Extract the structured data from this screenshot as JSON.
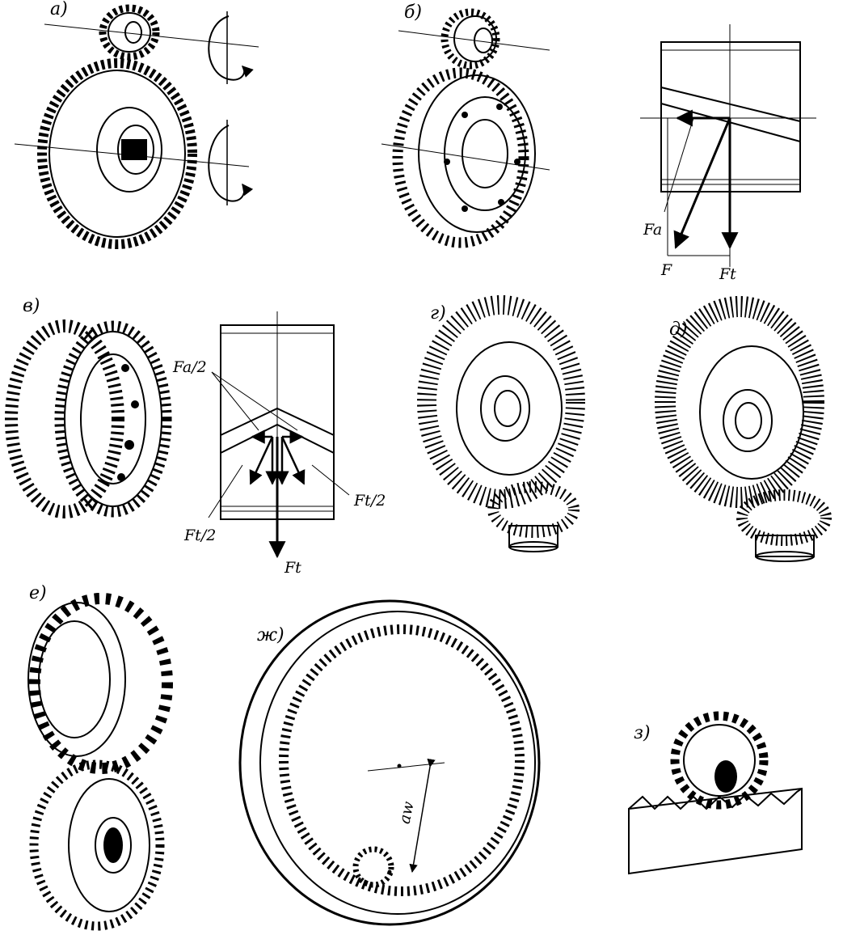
{
  "panels": {
    "a": {
      "label": "а)"
    },
    "b": {
      "label": "б)"
    },
    "v": {
      "label": "в)"
    },
    "g": {
      "label": "г)"
    },
    "d": {
      "label": "д)"
    },
    "e": {
      "label": "е)"
    },
    "zh": {
      "label": "ж)"
    },
    "z": {
      "label": "з)"
    }
  },
  "force_diagram_helical": {
    "axial": "Fa",
    "resultant": "F",
    "tangential": "Ft"
  },
  "force_diagram_herringbone": {
    "axial_half": "Fa/2",
    "tangential_half_left": "Ft/2",
    "tangential_half_right": "Ft/2",
    "tangential": "Ft"
  },
  "internal_gear": {
    "center_distance": "aw"
  },
  "colors": {
    "ink": "#000000",
    "paper": "#ffffff"
  }
}
